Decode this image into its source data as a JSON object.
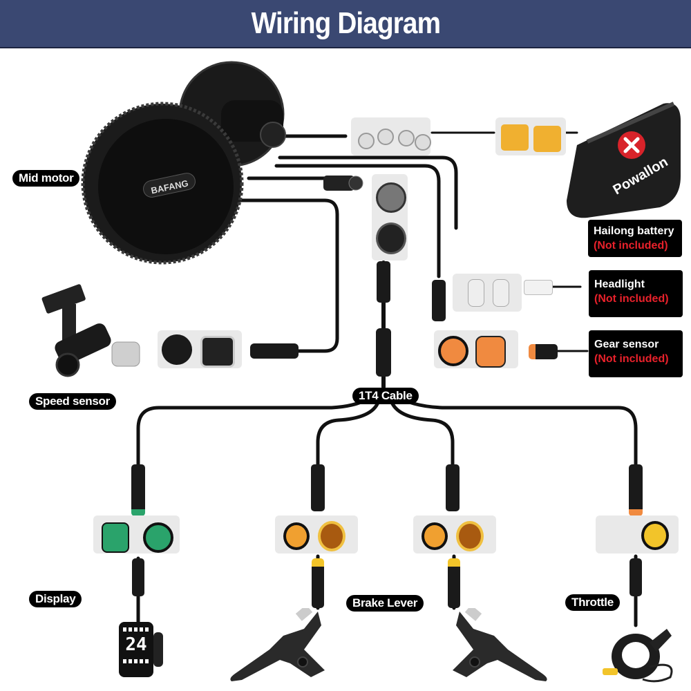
{
  "header": {
    "title": "Wiring Diagram",
    "background": "#3a4872"
  },
  "labels": {
    "mid_motor": "Mid motor",
    "speed_sensor": "Speed sensor",
    "cable_hub": "1T4 Cable",
    "display": "Display",
    "brake_lever": "Brake Lever",
    "throttle": "Throttle"
  },
  "not_included_items": [
    {
      "name": "Hailong battery",
      "status": "(Not included)"
    },
    {
      "name": "Headlight",
      "status": "(Not included)"
    },
    {
      "name": "Gear sensor",
      "status": "(Not included)"
    }
  ],
  "product_markings": {
    "motor_brand": "BAFANG",
    "battery_brand": "Powallon",
    "display_reading": "24"
  },
  "icons": {
    "battery_excluded": "red-x-circle-icon"
  },
  "colors": {
    "not_included_text": "#e8212b",
    "label_background": "#000000",
    "display_connector": "#2aa36b",
    "brake_connector": "#f0a030",
    "throttle_connector": "#f2c42a",
    "gear_sensor_connector": "#f08a40",
    "battery_connector": "#f0b030"
  }
}
